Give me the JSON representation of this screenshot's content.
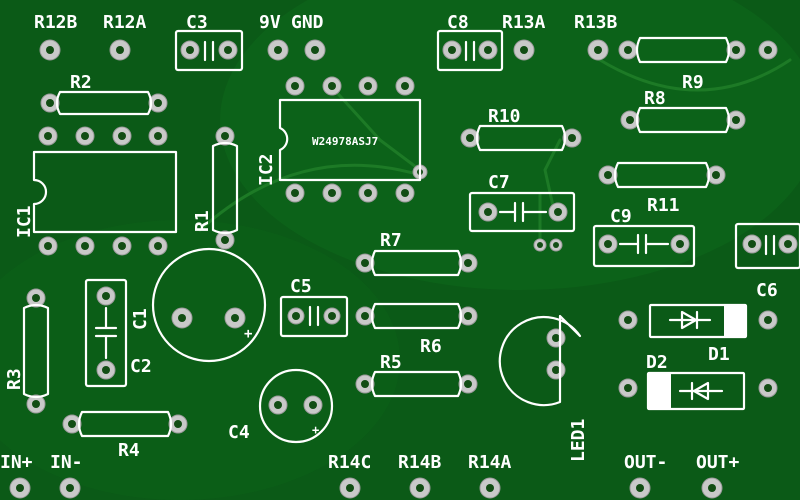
{
  "labels": {
    "r12b": "R12B",
    "r12a": "R12A",
    "c3": "C3",
    "v9": "9V",
    "gnd": "GND",
    "c8": "C8",
    "r13a": "R13A",
    "r13b": "R13B",
    "r2": "R2",
    "r9": "R9",
    "r8": "R8",
    "r10": "R10",
    "r11": "R11",
    "ic1": "IC1",
    "ic2": "IC2",
    "chip": "W24978ASJ7",
    "r1": "R1",
    "c7": "C7",
    "c9": "C9",
    "c6": "C6",
    "r7": "R7",
    "r6": "R6",
    "r5": "R5",
    "c5": "C5",
    "c1": "C1",
    "c2": "C2",
    "r3": "R3",
    "r4": "R4",
    "c4": "C4",
    "d1": "D1",
    "d2": "D2",
    "led1": "LED1",
    "in_plus": "IN+",
    "in_minus": "IN-",
    "r14c": "R14C",
    "r14b": "R14B",
    "r14a": "R14A",
    "out_minus": "OUT-",
    "out_plus": "OUT+",
    "plus_sign": "+"
  },
  "colors": {
    "board": "#0b5a17",
    "silkscreen": "#ffffff",
    "pad": "#c9c9c9",
    "trace": "#1d7a26"
  }
}
